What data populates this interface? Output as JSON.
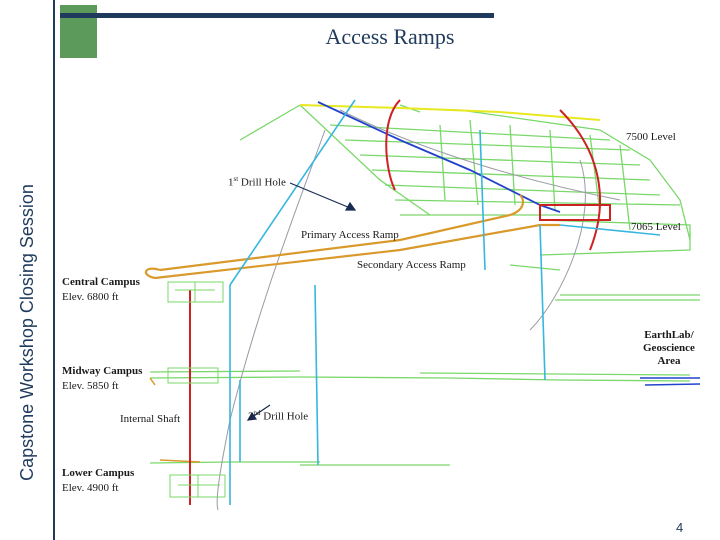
{
  "sidebar": {
    "title": "Capstone Workshop Closing Session"
  },
  "slide": {
    "title": "Access Ramps",
    "page_number": "4"
  },
  "labels": {
    "level_7500": "7500 Level",
    "level_7065": "7065 Level",
    "drill_hole_1_num": "1",
    "drill_hole_1_sup": "st",
    "drill_hole_1_text": " Drill Hole",
    "drill_hole_2_num": "2",
    "drill_hole_2_sup": "nd",
    "drill_hole_2_text": " Drill Hole",
    "primary_ramp": "Primary Access Ramp",
    "secondary_ramp": "Secondary Access Ramp",
    "central_campus_name": "Central Campus",
    "central_campus_elev": "Elev. 6800 ft",
    "midway_campus_name": "Midway Campus",
    "midway_campus_elev": "Elev. 5850 ft",
    "lower_campus_name": "Lower Campus",
    "lower_campus_elev": "Elev. 4900 ft",
    "internal_shaft": "Internal Shaft",
    "earthlab_line1": "EarthLab/",
    "earthlab_line2": "Geoscience",
    "earthlab_line3": "Area"
  },
  "colors": {
    "accent": "#1f3a5c",
    "green_square": "#5b9a5b",
    "tunnel_green": "#7ad86a",
    "ramp_orange": "#d99a2b",
    "shaft_cyan": "#37b6de",
    "shaft_red": "#cc2222",
    "ramp_blue": "#2244cc",
    "level_yellow": "#e8e820"
  }
}
